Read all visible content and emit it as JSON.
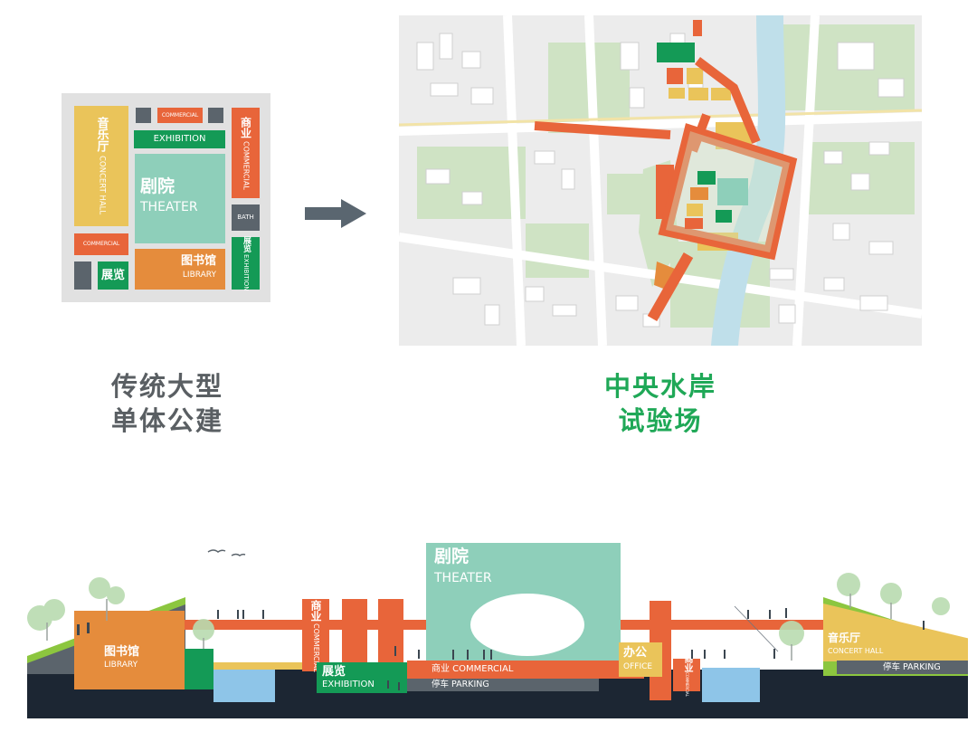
{
  "colors": {
    "orange": "#e8653a",
    "yellow": "#eac45a",
    "mint": "#8ecfba",
    "green": "#149a56",
    "amber": "#e58c3c",
    "slate": "#5b646c",
    "navy": "#1c2633",
    "grey_bg": "#e1e1e1",
    "grass": "#8cc63f",
    "water": "#8ec5e8",
    "caption_grey": "#5a5f63",
    "caption_green": "#1fa857"
  },
  "legend_plan": {
    "concert_hall_cn": "音乐厅",
    "concert_hall_en": "CONCERT HALL",
    "commercial_top": "COMMERCIAL",
    "exhibition_top": "EXHIBITION",
    "commerce_right_cn": "商业",
    "commerce_right_en": "COMMERCIAL",
    "theater_cn": "剧院",
    "theater_en": "THEATER",
    "bath": "BATH",
    "commercial_left": "COMMERCIAL",
    "exhibition_cn": "展览",
    "library_cn": "图书馆",
    "library_en": "LIBRARY",
    "exhibition_right_cn": "展览",
    "exhibition_right_en": "EXHIBITION"
  },
  "captions": {
    "left_line1": "传统大型",
    "left_line2": "单体公建",
    "right_line1": "中央水岸",
    "right_line2": "试验场"
  },
  "section": {
    "theater_cn": "剧院",
    "theater_en": "THEATER",
    "commerce_cn": "商业",
    "commerce_en": "COMMERCIAL",
    "library_cn": "图书馆",
    "library_en": "LIBRARY",
    "exhibition_cn": "展览",
    "exhibition_en": "EXHIBITION",
    "commercial_band": "商业 COMMERCIAL",
    "parking_center": "停车 PARKING",
    "office_cn": "办公",
    "office_en": "OFFICE",
    "commerce_right_cn": "商业",
    "commerce_right_en": "COMMERCIAL",
    "concert_cn": "音乐厅",
    "concert_en": "CONCERT HALL",
    "parking_right": "停车 PARKING"
  }
}
